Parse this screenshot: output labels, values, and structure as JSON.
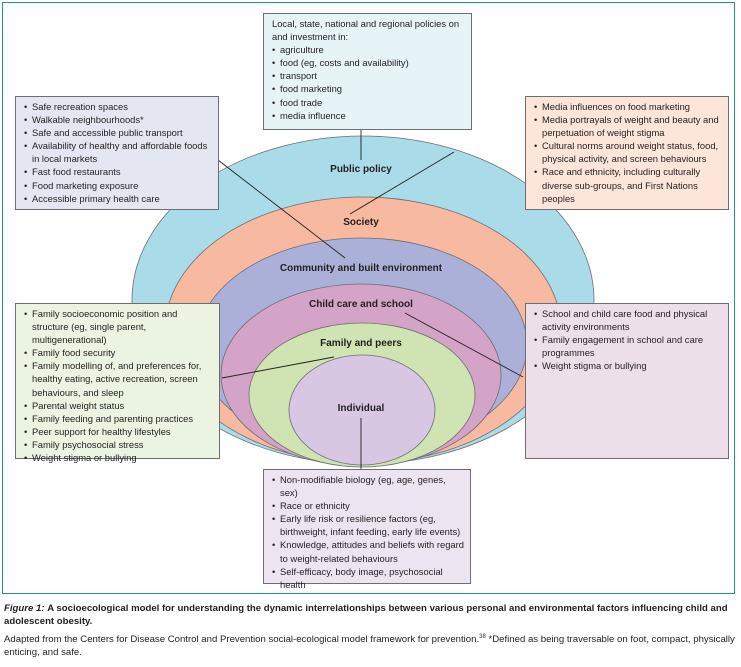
{
  "rings": {
    "public_policy": "Public policy",
    "society": "Society",
    "community": "Community and built environment",
    "school": "Child care and school",
    "family": "Family and peers",
    "individual": "Individual"
  },
  "colors": {
    "public_policy": "#a9dbe8",
    "society": "#f7b9a0",
    "community": "#aab0d8",
    "school": "#d3a3c8",
    "family": "#cfe3b3",
    "individual": "#d7c7e3",
    "box_policy": "#e6f3f7",
    "box_community": "#e4e6f2",
    "box_society": "#fde5d9",
    "box_family": "#ebf3e1",
    "box_school": "#ecdfea",
    "box_individual": "#ece5f1"
  },
  "boxes": {
    "policy": {
      "intro": "Local, state, national and regional policies on and investment in:",
      "items": [
        "agriculture",
        "food (eg, costs and availability)",
        "transport",
        "food marketing",
        "food trade",
        "media influence"
      ]
    },
    "community": {
      "items": [
        "Safe recreation spaces",
        "Walkable neighbourhoods*",
        "Safe and accessible public transport",
        "Availability of healthy and affordable foods in local markets",
        "Fast food restaurants",
        "Food marketing exposure",
        "Accessible primary health care"
      ]
    },
    "society": {
      "items": [
        "Media influences on food marketing",
        "Media portrayals of weight and beauty and perpetuation of weight stigma",
        "Cultural norms around  weight status, food, physical activity, and screen behaviours",
        "Race and ethnicity, including culturally diverse sub-groups, and First Nations peoples"
      ]
    },
    "family": {
      "items": [
        "Family socioeconomic position and structure (eg, single parent, multigenerational)",
        "Family food security",
        "Family modelling of, and preferences for, healthy eating, active recreation, screen behaviours, and sleep",
        "Parental weight status",
        "Family feeding and parenting practices",
        "Peer support for healthy lifestyles",
        "Family psychosocial stress",
        "Weight stigma or bullying"
      ]
    },
    "school": {
      "items": [
        "School and child care food and physical activity environments",
        "Family engagement in school and care programmes",
        "Weight stigma or bullying"
      ]
    },
    "individual": {
      "items": [
        "Non-modifiable biology (eg, age, genes, sex)",
        "Race or ethnicity",
        "Early life risk or resilience factors (eg, birthweight, infant feeding, early life events)",
        "Knowledge, attitudes and beliefs with regard to weight-related behaviours",
        "Self-efficacy, body image, psychosocial health"
      ]
    }
  },
  "caption": {
    "label": "Figure 1:",
    "title": "A socioecological model for understanding the dynamic interrelationships between various personal and environmental factors influencing child and adolescent obesity.",
    "note_before_ref": "Adapted from the Centers for Disease Control and Prevention social-ecological model framework for prevention.",
    "ref": "38",
    "note_after_ref": " *Defined as being traversable on foot, compact, physically enticing, and safe."
  }
}
